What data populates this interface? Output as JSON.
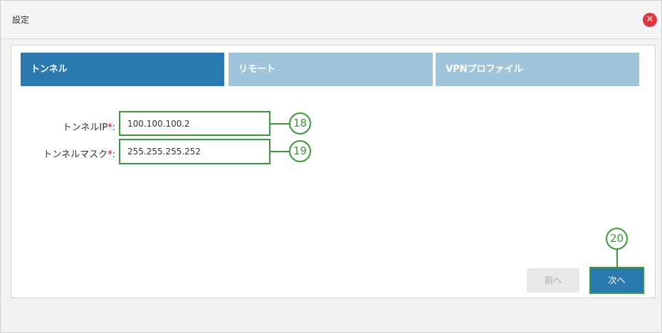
{
  "dialog": {
    "title": "設定",
    "close_icon": "close-icon",
    "close_glyph": "✕"
  },
  "tabs": [
    {
      "label": "トンネル",
      "active": true
    },
    {
      "label": "リモート",
      "active": false
    },
    {
      "label": "VPNプロファイル",
      "active": false
    }
  ],
  "form": {
    "tunnel_ip": {
      "label": "トンネルIP",
      "required_mark": "*",
      "suffix": ":",
      "value": "100.100.100.2"
    },
    "tunnel_mask": {
      "label": "トンネルマスク",
      "required_mark": "*",
      "suffix": ":",
      "value": "255.255.255.252"
    }
  },
  "callouts": [
    "18",
    "19",
    "20"
  ],
  "buttons": {
    "prev_label": "前へ",
    "next_label": "次へ"
  },
  "colors": {
    "tab_active": "#2a7ab0",
    "tab_inactive": "#a0c5db",
    "annotation": "#3a9a3a",
    "required": "#d0021b",
    "close": "#e0383e"
  }
}
